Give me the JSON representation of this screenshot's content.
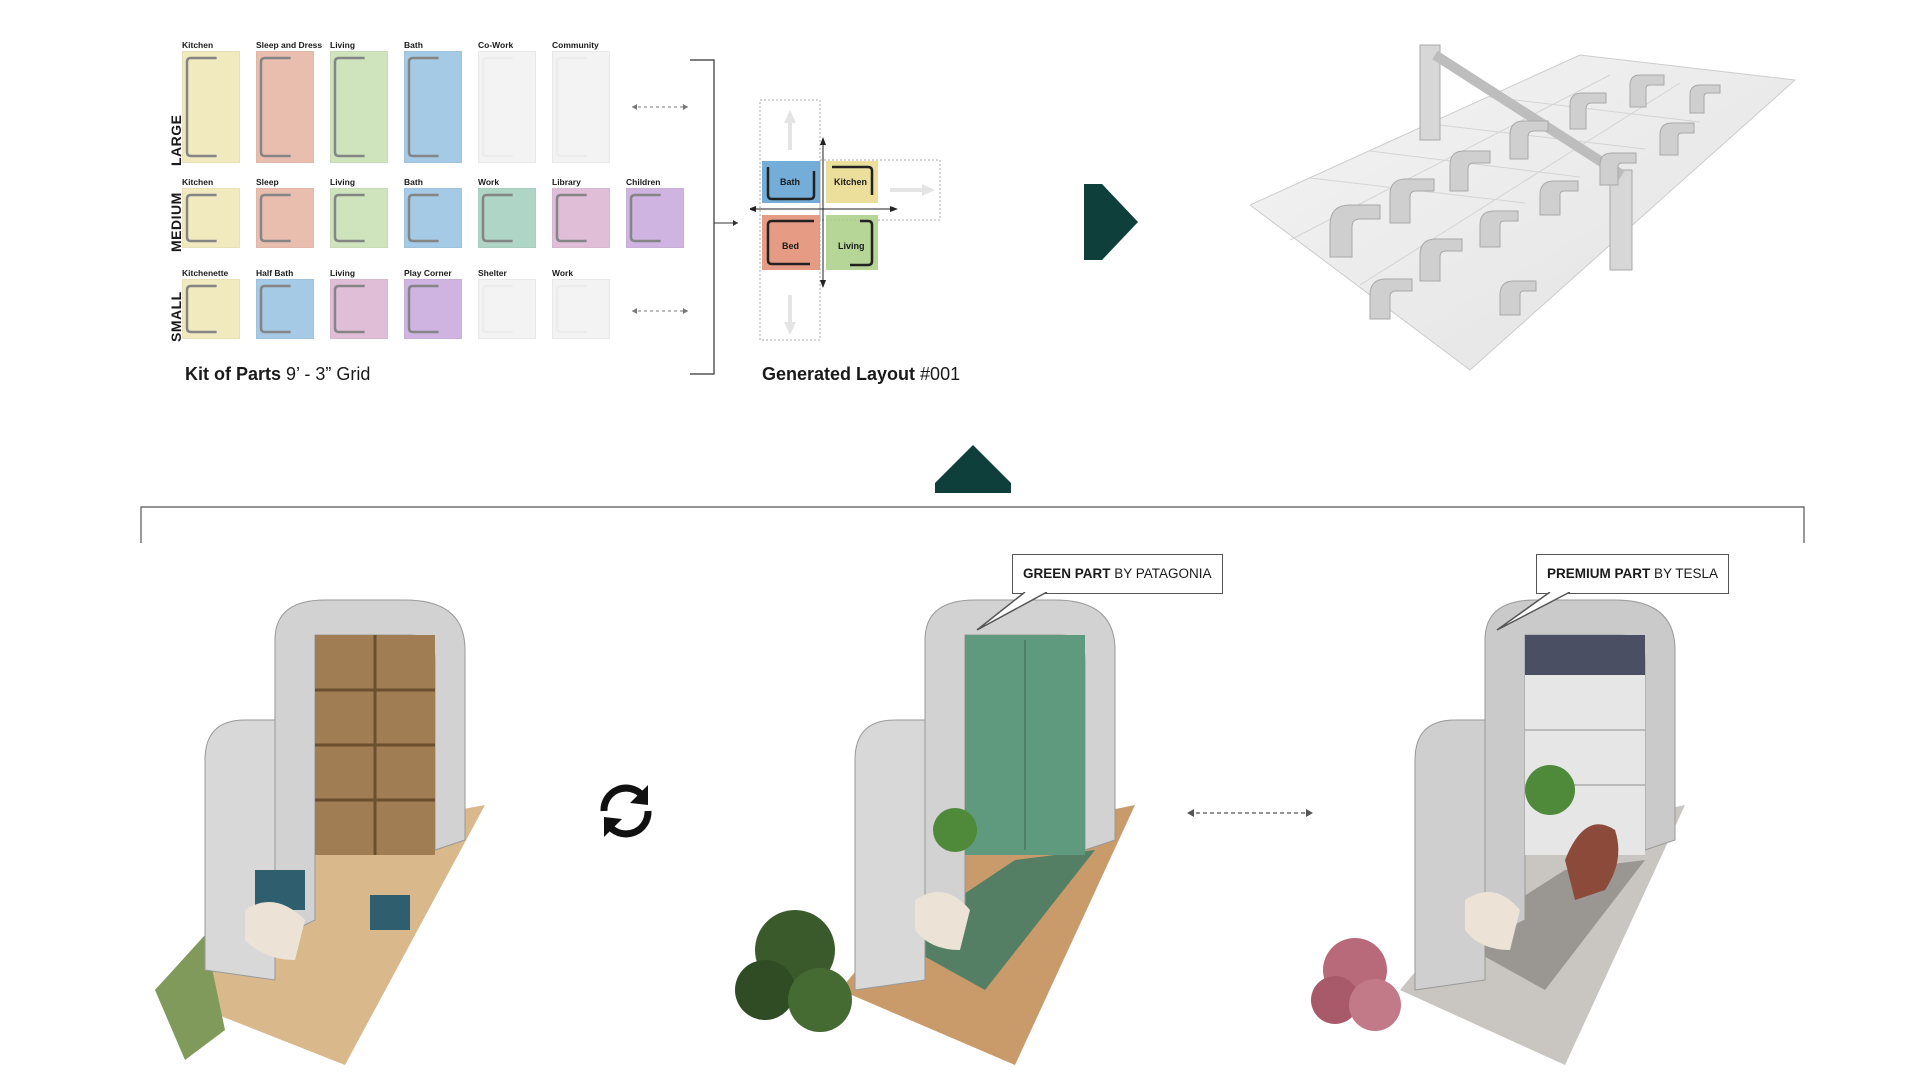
{
  "kit": {
    "rows": [
      {
        "label": "LARGE",
        "tiles": [
          {
            "name": "Kitchen",
            "color": "#e7d98a"
          },
          {
            "name": "Sleep and Dress",
            "color": "#d98a6f"
          },
          {
            "name": "Living",
            "color": "#a9cf86"
          },
          {
            "name": "Bath",
            "color": "#5c9fd0"
          },
          {
            "name": "Co-Work",
            "color": "#ececec"
          },
          {
            "name": "Community",
            "color": "#ececec"
          }
        ]
      },
      {
        "label": "MEDIUM",
        "tiles": [
          {
            "name": "Kitchen",
            "color": "#e7d98a"
          },
          {
            "name": "Sleep",
            "color": "#d98a6f"
          },
          {
            "name": "Living",
            "color": "#a9cf86"
          },
          {
            "name": "Bath",
            "color": "#5c9fd0"
          },
          {
            "name": "Work",
            "color": "#6fb39a"
          },
          {
            "name": "Library",
            "color": "#c98ab7"
          },
          {
            "name": "Children",
            "color": "#a978c9"
          }
        ]
      },
      {
        "label": "SMALL",
        "tiles": [
          {
            "name": "Kitchenette",
            "color": "#e7d98a"
          },
          {
            "name": "Half Bath",
            "color": "#5c9fd0"
          },
          {
            "name": "Living",
            "color": "#c98ab7"
          },
          {
            "name": "Play Corner",
            "color": "#a978c9"
          },
          {
            "name": "Shelter",
            "color": "#ececec"
          },
          {
            "name": "Work",
            "color": "#ececec"
          }
        ]
      }
    ],
    "caption_bold": "Kit of Parts",
    "caption_rest": " 9’ - 3” Grid"
  },
  "layout": {
    "cells": [
      {
        "label": "Bath",
        "color": "#5c9fd0"
      },
      {
        "label": "Kitchen",
        "color": "#e7d98a"
      },
      {
        "label": "Bed",
        "color": "#e08a6f"
      },
      {
        "label": "Living",
        "color": "#a9cf86"
      }
    ],
    "caption_bold": "Generated Layout",
    "caption_rest": " #001"
  },
  "accent_color": "#0f3f3a",
  "callouts": {
    "green_bold": "GREEN PART",
    "green_rest": " BY PATAGONIA",
    "premium_bold": "PREMIUM PART",
    "premium_rest": " BY TESLA"
  }
}
